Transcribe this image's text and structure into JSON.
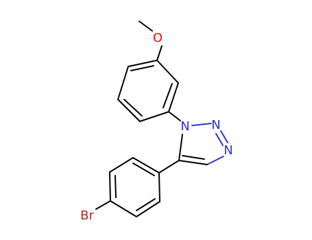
{
  "molecule": {
    "atoms": [
      {
        "label": "O",
        "color": "#ff0d0d"
      },
      {
        "label": "N",
        "color": "#3030c8"
      },
      {
        "label": "N",
        "color": "#3030c8"
      },
      {
        "label": "N",
        "color": "#3030c8"
      },
      {
        "label": "Br",
        "color": "#a62929"
      }
    ]
  },
  "colors": {
    "bond": "#000000",
    "nitrogen": "#3030c8",
    "oxygen": "#ff0d0d",
    "bromine": "#a62929"
  }
}
